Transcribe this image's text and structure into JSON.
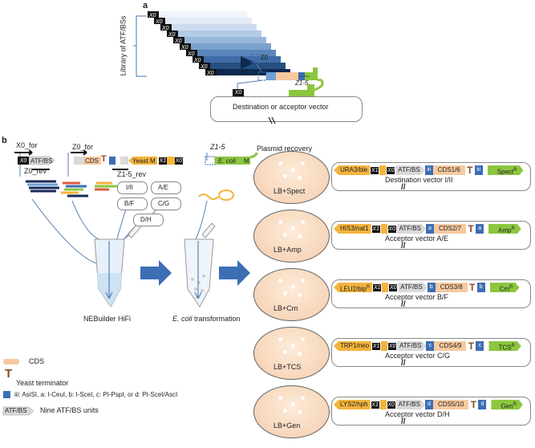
{
  "panel_a": {
    "label": "a",
    "library_label": "Library of ATF/BSs",
    "x0": "X0",
    "z0": "Z0",
    "z15": "Z1-5",
    "vector_label": "Destination or acceptor vector"
  },
  "panel_b": {
    "label": "b",
    "x0_for": "X0_for",
    "x0_rev": "Z0_rev",
    "z0_for": "Z0_for",
    "z15_rev": "Z1-5_rev",
    "z15": "Z1-5",
    "atf_bs": "ATF/BS",
    "x0": "X0",
    "x1": "X1",
    "cds": "CDS",
    "yeast_m": "Yeast M",
    "ecoli_m": "E. coli",
    "m": "M",
    "plasmid_recovery": "Plasmid recovery",
    "pairs": [
      "I/II",
      "A/E",
      "B/F",
      "C/G",
      "D/H"
    ],
    "nebuilder": "NEBuilder HiFi",
    "transformation": "E. coli transformation",
    "transformation_suffix": "transformation",
    "ecoli_italic": "E. coli"
  },
  "plates": [
    {
      "label": "LB+Spect"
    },
    {
      "label": "LB+Amp"
    },
    {
      "label": "LB+Cm"
    },
    {
      "label": "LB+TCS"
    },
    {
      "label": "LB+Gen"
    }
  ],
  "vectors": [
    {
      "marker": "URA3/ble",
      "x1": "X1",
      "x0": "X0",
      "atf": "ATF/BS",
      "site": "iii",
      "cds": "CDS1/6",
      "site2": "iii",
      "resist": "Spect",
      "sup": "R",
      "name": "Destination vector I/II"
    },
    {
      "marker": "HIS3/nat1",
      "x1": "X1",
      "x0": "X0",
      "atf": "ATF/BS",
      "site": "a",
      "cds": "CDS2/7",
      "site2": "a",
      "resist": "Amp",
      "sup": "R",
      "name": "Acceptor vector A/E"
    },
    {
      "marker": "LEU2/blp",
      "marker_sup": "R",
      "x1": "X1",
      "x0": "X0",
      "atf": "ATF/BS",
      "site": "b",
      "cds": "CDS3/8",
      "site2": "b",
      "resist": "Cm",
      "sup": "R",
      "name": "Acceptor vector B/F"
    },
    {
      "marker": "TRP1/neo",
      "x1": "X1",
      "x0": "X0",
      "atf": "ATF/BS",
      "site": "c",
      "cds": "CDS4/9",
      "site2": "c",
      "resist": "TCS",
      "sup": "R",
      "name": "Acceptor vector C/G"
    },
    {
      "marker": "LYS2/hph",
      "x1": "X1",
      "x0": "X0",
      "atf": "ATF/BS",
      "site": "d",
      "cds": "CDS5/10",
      "site2": "d",
      "resist": "Gen",
      "sup": "R",
      "name": "Acceptor vector D/H"
    }
  ],
  "legend": {
    "cds": "CDS",
    "terminator": "Yeast terminator",
    "sites_prefix": "iii: ",
    "sites_text": "AsiSI, a: I-CeuI, b: I-SceI, c: PI-PspI, or d: PI-SceI/AscI",
    "atf_bs": "ATF/BS",
    "nine_units": "Nine ATF/BS units"
  },
  "colors": {
    "yellow": "#f4b43c",
    "green": "#8cc63f",
    "peach": "#f7c9a0",
    "blue": "#3c6eb4",
    "terminator": "#8b4a1e",
    "plate": "#f9dcc4"
  }
}
